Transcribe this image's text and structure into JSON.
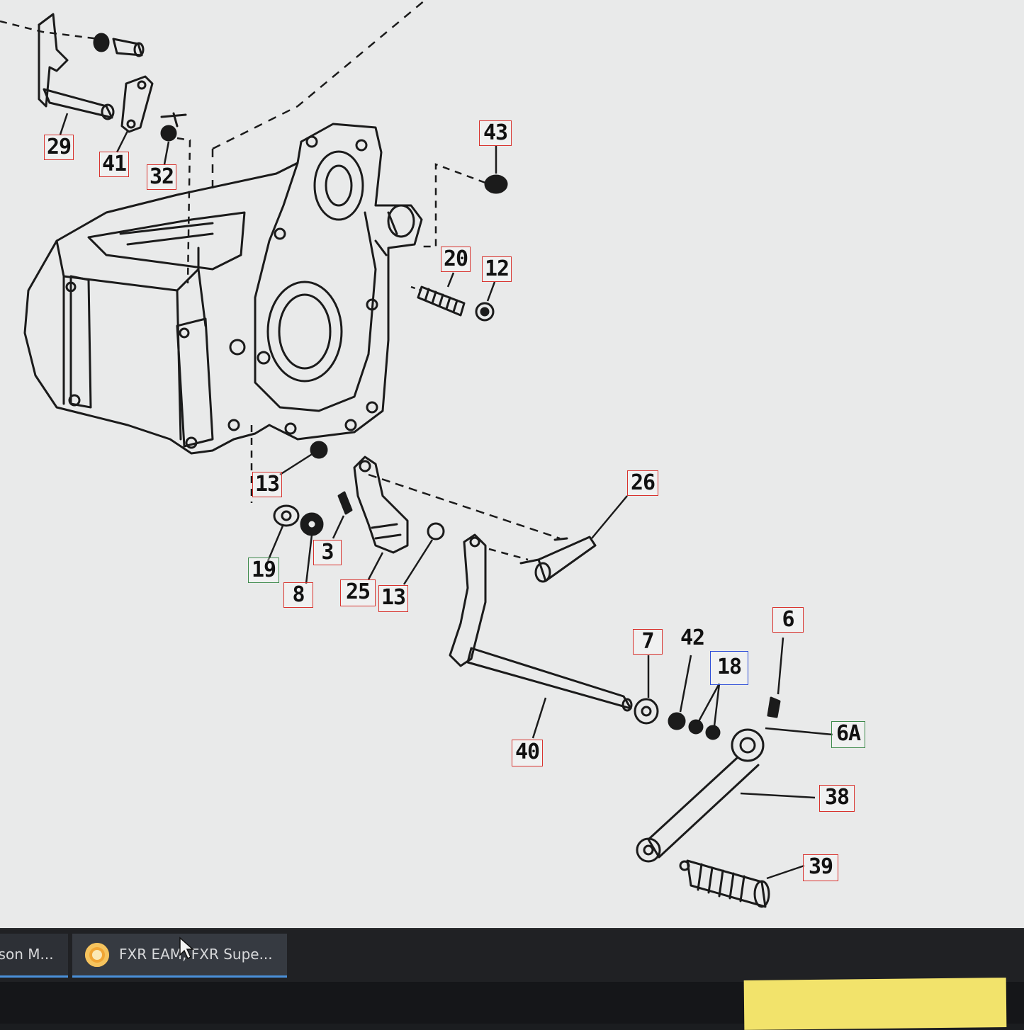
{
  "diagram": {
    "callouts": {
      "c29": "29",
      "c41": "41",
      "c32": "32",
      "c43": "43",
      "c20": "20",
      "c12": "12",
      "c13a": "13",
      "c26": "26",
      "c19": "19",
      "c8": "8",
      "c3": "3",
      "c25": "25",
      "c13b": "13",
      "c7": "7",
      "c42": "42",
      "c18": "18",
      "c6": "6",
      "c6a": "6A",
      "c40": "40",
      "c38": "38",
      "c39": "39"
    }
  },
  "taskbar": {
    "items": [
      {
        "label": "lson M...",
        "icon": ""
      },
      {
        "label": "FXR EAM, FXR Supe...",
        "icon": "circle-app-icon"
      }
    ]
  },
  "colors": {
    "callout_red": "#d8332e",
    "callout_green": "#3e8a4c",
    "callout_blue": "#2f4fd8",
    "taskbar": "#202124",
    "accent": "#4a90d9"
  },
  "icons": {
    "cursor": "mouse-pointer-icon",
    "app": "circle-app-icon"
  }
}
